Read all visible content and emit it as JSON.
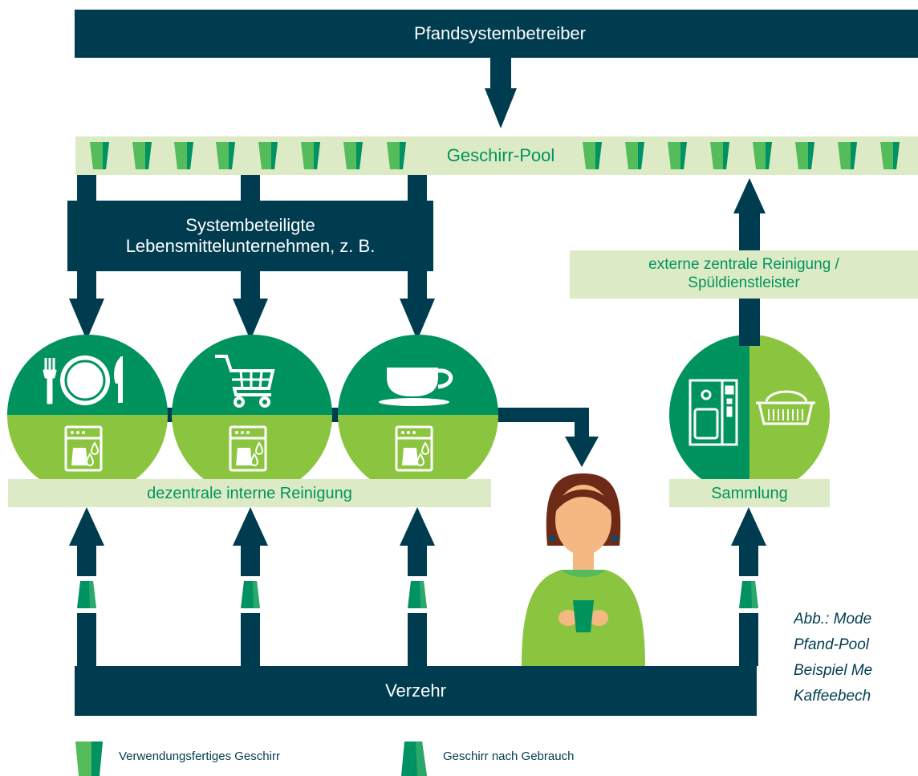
{
  "operator": {
    "label": "Pfandsystembetreiber"
  },
  "pool": {
    "label": "Geschirr-Pool"
  },
  "participants": {
    "label_line1": "Systembeteiligte",
    "label_line2": "Lebensmittelunternehmen, z. B."
  },
  "external_cleaning": {
    "label_line1": "externe zentrale Reinigung /",
    "label_line2": "Spüldienstleister"
  },
  "internal_cleaning": {
    "label": "dezentrale interne Reinigung"
  },
  "collection": {
    "label": "Sammlung"
  },
  "consumption": {
    "label": "Verzehr"
  },
  "caption": [
    "Abb.: Mode",
    "Pfand-Pool",
    "Beispiel Me",
    "Kaffeebech"
  ],
  "legend": {
    "ready": "Verwendungsfertiges Geschirr",
    "used": "Geschirr nach Gebrauch"
  },
  "colors": {
    "navy": "#003c4f",
    "pale_green": "#dcebc5",
    "dark_green": "#00935e",
    "light_green": "#8bc53f",
    "cup_light": "#54bc5b",
    "cup_used": "#009262"
  },
  "icons": [
    "plate-cutlery-icon",
    "shopping-cart-icon",
    "coffee-cup-icon",
    "dishwasher-icon",
    "reverse-vending-machine-icon",
    "basket-icon",
    "woman-with-cup-icon"
  ]
}
